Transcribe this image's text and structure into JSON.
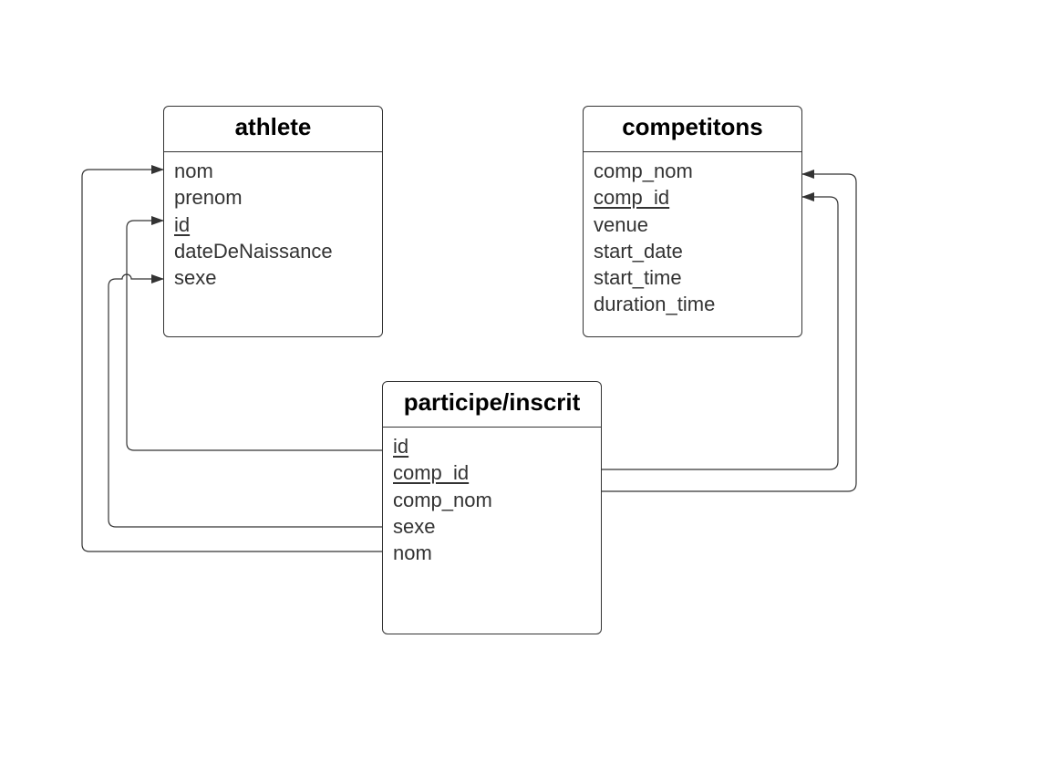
{
  "entities": {
    "athlete": {
      "title": "athlete",
      "fields": [
        {
          "name": "nom",
          "pk": false
        },
        {
          "name": "prenom",
          "pk": false
        },
        {
          "name": "id",
          "pk": true
        },
        {
          "name": "dateDeNaissance",
          "pk": false
        },
        {
          "name": "sexe",
          "pk": false
        }
      ]
    },
    "competitons": {
      "title": "competitons",
      "fields": [
        {
          "name": "comp_nom",
          "pk": false
        },
        {
          "name": "comp_id",
          "pk": true
        },
        {
          "name": "venue",
          "pk": false
        },
        {
          "name": "start_date",
          "pk": false
        },
        {
          "name": "start_time",
          "pk": false
        },
        {
          "name": "duration_time",
          "pk": false
        }
      ]
    },
    "participe": {
      "title": "participe/inscrit",
      "fields": [
        {
          "name": "id",
          "pk": true
        },
        {
          "name": "comp_id",
          "pk": true
        },
        {
          "name": "comp_nom",
          "pk": false
        },
        {
          "name": "sexe",
          "pk": false
        },
        {
          "name": "nom",
          "pk": false
        }
      ]
    }
  },
  "relations": [
    {
      "from": "participe.id",
      "to": "athlete.id"
    },
    {
      "from": "participe.sexe",
      "to": "athlete.sexe"
    },
    {
      "from": "participe.nom",
      "to": "athlete.nom"
    },
    {
      "from": "participe.comp_id",
      "to": "competitons.comp_id"
    },
    {
      "from": "participe.comp_nom",
      "to": "competitons.comp_nom"
    }
  ],
  "colors": {
    "line": "#333333",
    "text": "#333333",
    "title": "#000000",
    "background": "#ffffff"
  }
}
